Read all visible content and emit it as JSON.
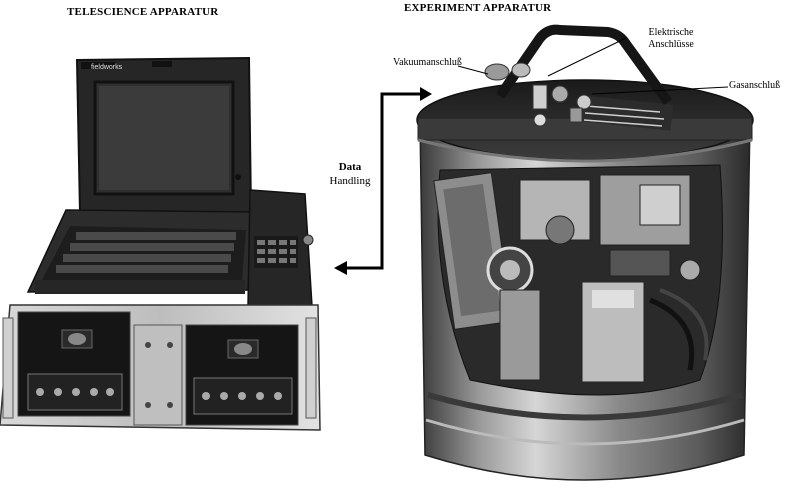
{
  "headings": {
    "left": "TELESCIENCE APPARATUR",
    "right": "EXPERIMENT APPARATUR"
  },
  "data_flow": {
    "line1": "Data",
    "line2": "Handling"
  },
  "callouts": {
    "vacuum": "Vakuumanschluß",
    "electrical_line1": "Elektrische",
    "electrical_line2": "Anschlüsse",
    "gas": "Gasanschluß"
  },
  "laptop_brand": "fieldworks",
  "colors": {
    "ink": "#000000",
    "metal_dark": "#2b2b2b",
    "metal_mid": "#7a7a7a",
    "metal_light": "#c9c9c9"
  }
}
